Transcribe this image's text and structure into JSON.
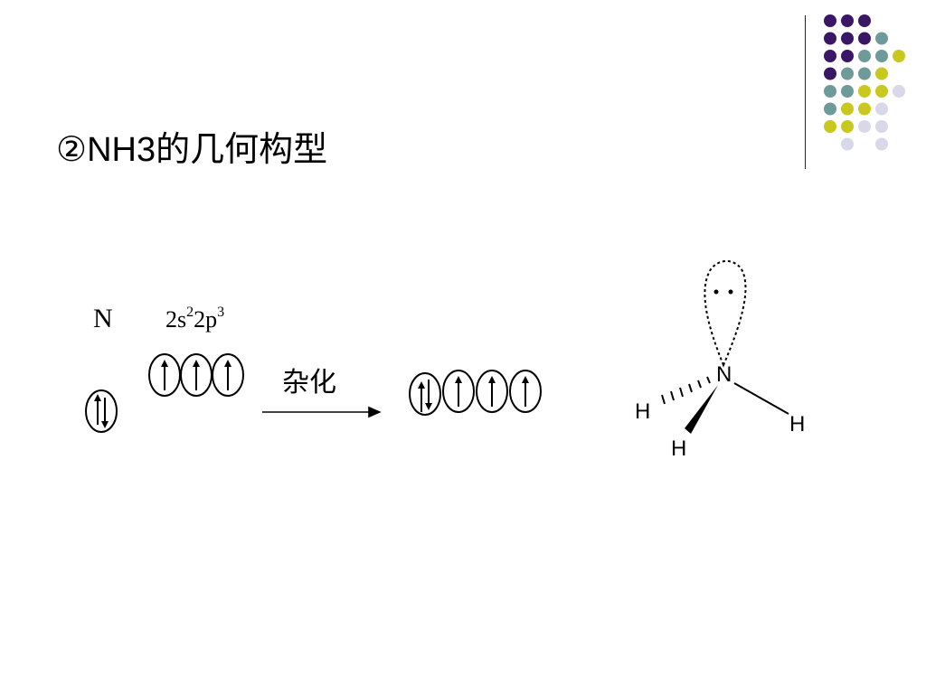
{
  "slide": {
    "title": "②NH3的几何构型",
    "accent_colors": {
      "purple": "#3a1666",
      "teal": "#6e9a9a",
      "yellow": "#c8c81e",
      "lavender": "#d8d8e8"
    }
  },
  "diagram": {
    "element_label": "N",
    "configuration": {
      "base": "2s",
      "sup1": "2",
      "mid": "2p",
      "sup2": "3"
    },
    "arrow_label": "杂化",
    "molecule": {
      "center": "N",
      "h_left": "H",
      "h_bottom": "H",
      "h_right": "H"
    }
  }
}
